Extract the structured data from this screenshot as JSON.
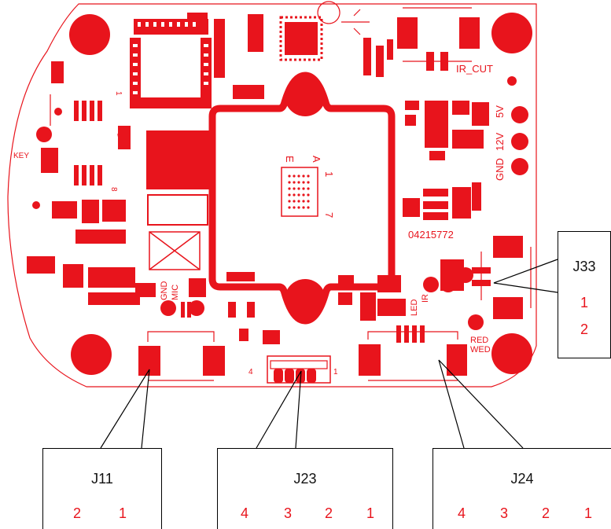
{
  "board": {
    "silkscreen": {
      "key": "KEY",
      "ir_cut": "IR_CUT",
      "v5": "5V",
      "v12": "12V",
      "gnd_right": "GND",
      "part_number": "04215772",
      "gnd_left": "GND",
      "mic": "MIC",
      "led": "LED",
      "ir": "IR",
      "red": "RED",
      "wed": "WED",
      "conn_4": "4",
      "conn_1": "1",
      "chip_a": "A",
      "chip_e": "E",
      "chip_1": "1",
      "chip_7": "7",
      "one_label": "1",
      "eight_label": "8"
    },
    "colors": {
      "copper": "#e8141c",
      "board_bg": "#ffffff",
      "callout_border": "#000000"
    }
  },
  "callouts": {
    "j33": {
      "title": "J33",
      "pins": [
        "1",
        "2"
      ]
    },
    "j11": {
      "title": "J11",
      "pins": [
        "2",
        "1"
      ]
    },
    "j23": {
      "title": "J23",
      "pins": [
        "4",
        "3",
        "2",
        "1"
      ]
    },
    "j24": {
      "title": "J24",
      "pins": [
        "4",
        "3",
        "2",
        "1"
      ]
    }
  }
}
